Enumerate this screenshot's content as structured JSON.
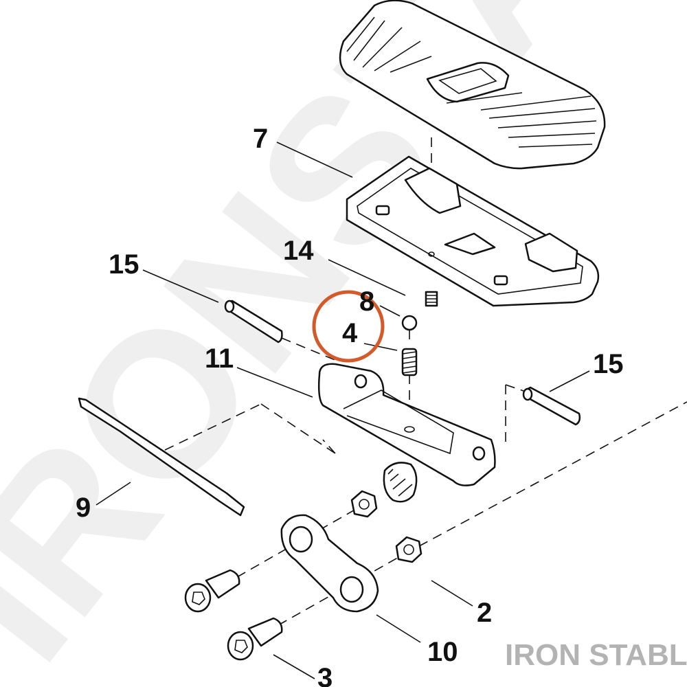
{
  "diagram": {
    "callouts": {
      "c2": "2",
      "c3": "3",
      "c4": "4",
      "c7": "7",
      "c8": "8",
      "c9": "9",
      "c10": "10",
      "c11": "11",
      "c14": "14",
      "c15a": "15",
      "c15b": "15"
    },
    "highlight_color": "#d35a2a"
  },
  "watermark": {
    "ghost_text": "IRONSTABLE",
    "brand_text": "IRON STABLE",
    "brand_color": "#b3b3b3"
  }
}
